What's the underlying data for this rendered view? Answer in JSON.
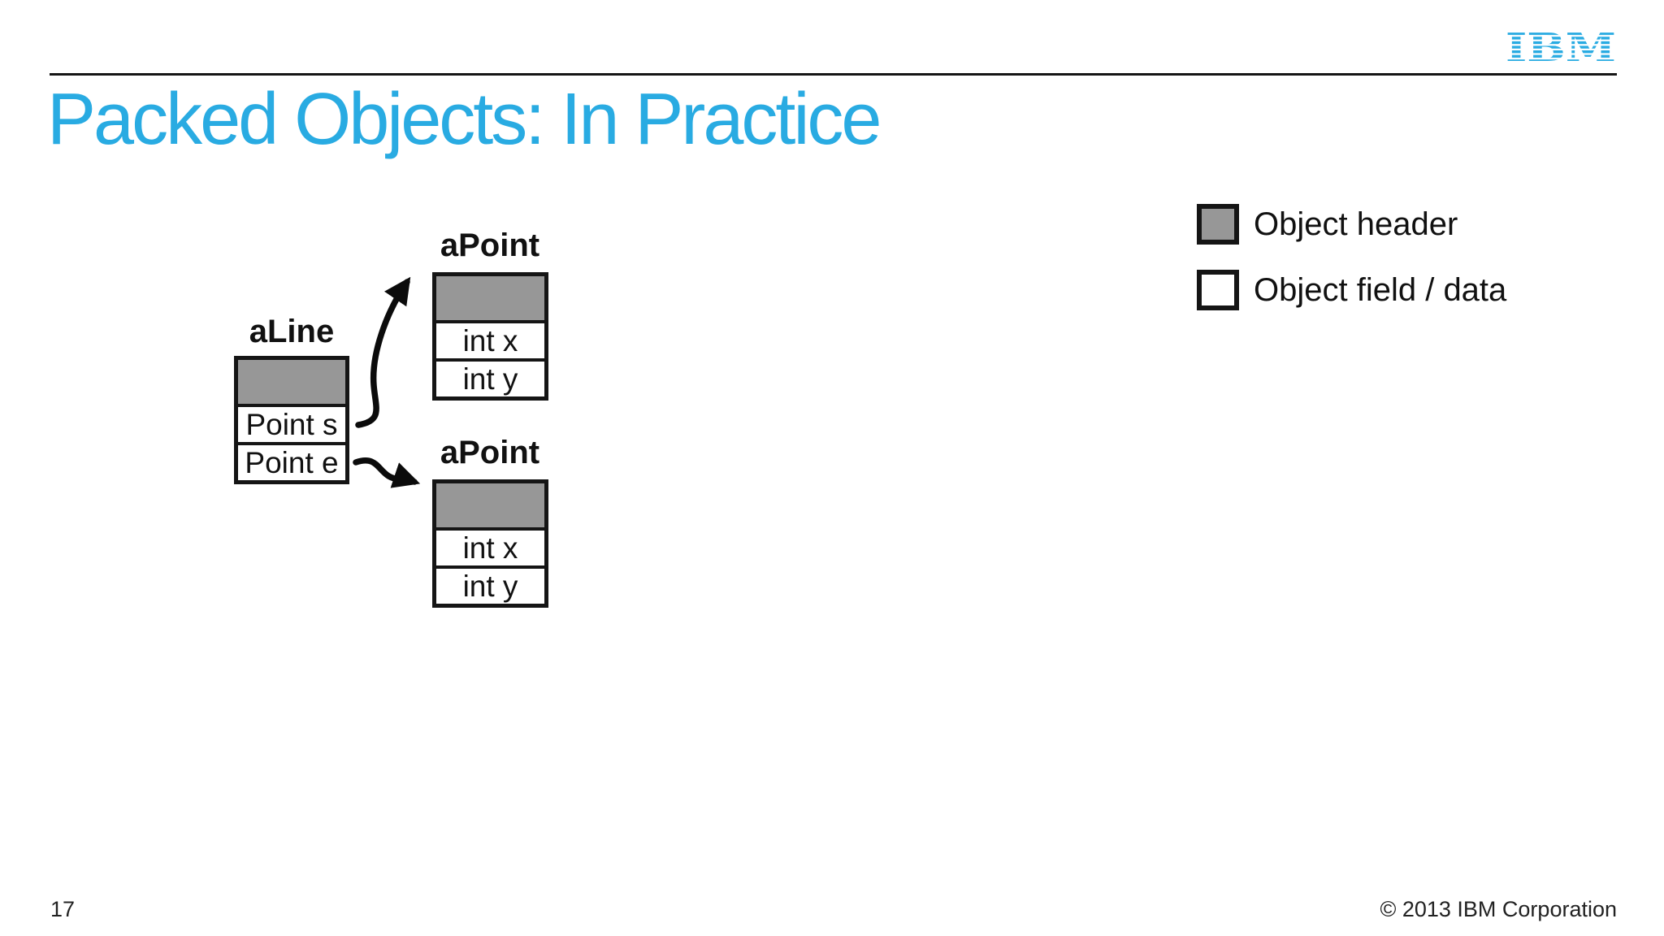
{
  "slide": {
    "title": "Packed Objects: In Practice",
    "page_number": "17",
    "copyright": "© 2013 IBM Corporation",
    "logo_text": "IBM"
  },
  "colors": {
    "accent_blue": "#29abe2",
    "header_gray": "#979797",
    "line_black": "#151515"
  },
  "diagram": {
    "aline": {
      "label": "aLine",
      "fields": [
        "Point s",
        "Point e"
      ]
    },
    "apoint_top": {
      "label": "aPoint",
      "fields": [
        "int x",
        "int y"
      ]
    },
    "apoint_bottom": {
      "label": "aPoint",
      "fields": [
        "int x",
        "int y"
      ]
    }
  },
  "legend": {
    "items": [
      {
        "label": "Object header",
        "swatch": "gray"
      },
      {
        "label": "Object field / data",
        "swatch": "white"
      }
    ]
  }
}
